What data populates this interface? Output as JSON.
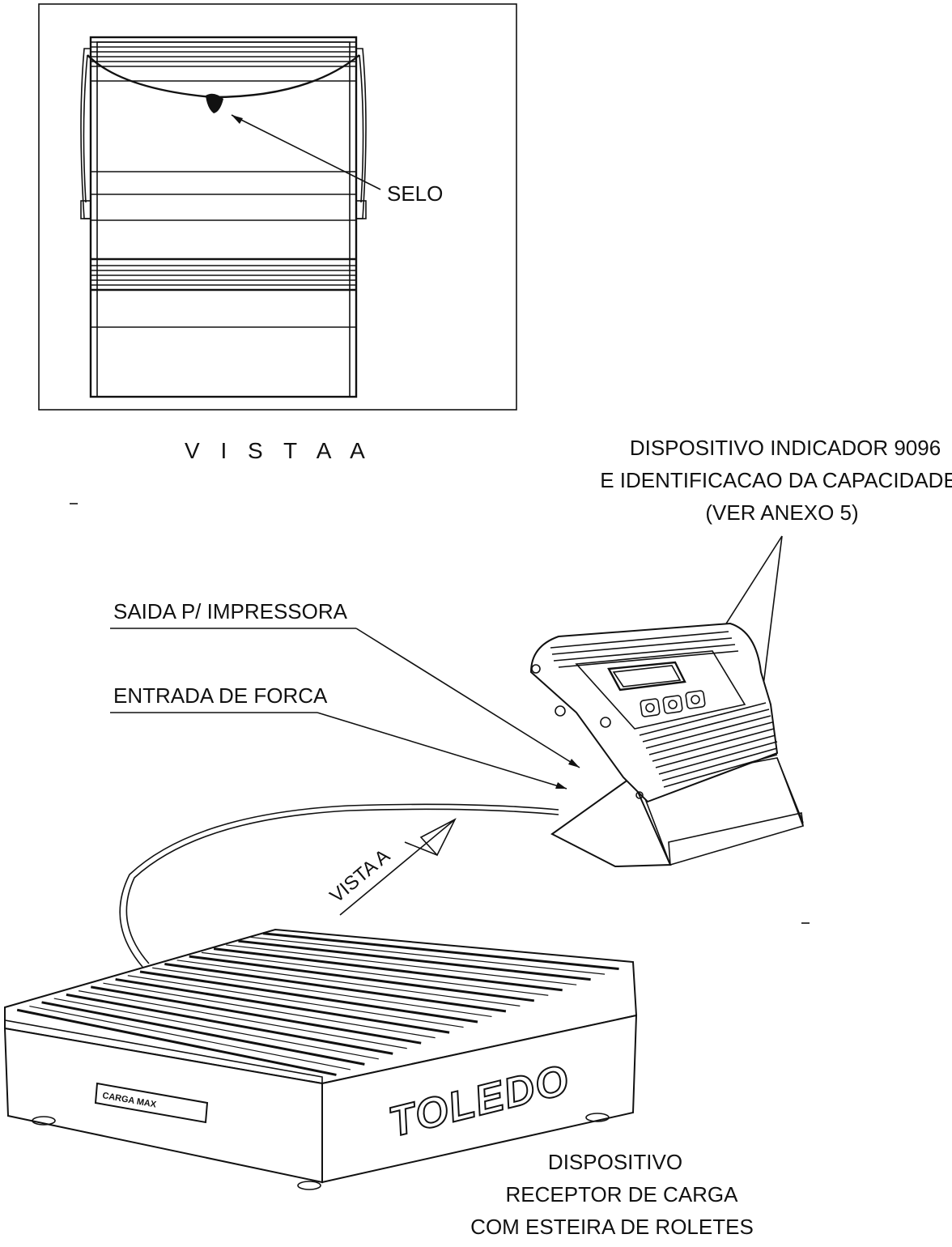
{
  "view_a": {
    "selo_label": "SELO",
    "title": "V I S T A   A"
  },
  "indicator": {
    "label_line1": "DISPOSITIVO INDICADOR 9096",
    "label_line2": "E IDENTIFICACAO DA CAPACIDADE",
    "label_line3": "(VER ANEXO 5)"
  },
  "connections": {
    "printer_output": "SAIDA P/ IMPRESSORA",
    "power_input": "ENTRADA DE FORCA",
    "view_arrow": "VISTA A"
  },
  "platform": {
    "brand": "TOLEDO",
    "plate_text": "CARGA MAX",
    "label_line1": "DISPOSITIVO",
    "label_line2": "RECEPTOR DE CARGA",
    "label_line3": "COM ESTEIRA DE ROLETES"
  }
}
